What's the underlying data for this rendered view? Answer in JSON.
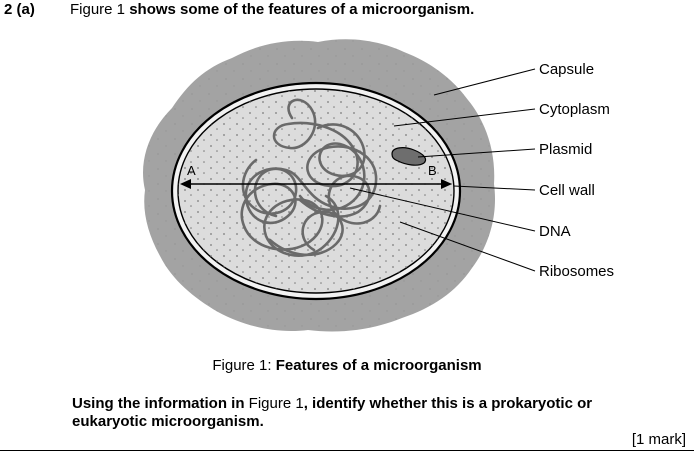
{
  "question": {
    "number": "2 (a)",
    "intro_prefix": "Figure 1",
    "intro_bold": "shows some of the features of a microorganism."
  },
  "figure": {
    "labels": {
      "capsule": "Capsule",
      "cytoplasm": "Cytoplasm",
      "plasmid": "Plasmid",
      "cell_wall": "Cell wall",
      "dna": "DNA",
      "ribosomes": "Ribosomes"
    },
    "point_a": "A",
    "point_b": "B",
    "caption_prefix": "Figure 1:",
    "caption_bold": "Features of a microorganism"
  },
  "instruction": {
    "part1_bold": "Using the information in",
    "part2": "Figure 1",
    "part3_bold": ", identify whether this is a prokaryotic or eukaryotic microorganism."
  },
  "marks": "[1 mark]",
  "colors": {
    "capsule_fill": "#a3a3a3",
    "cytoplasm_fill": "#dcdcdc",
    "plasmid_fill": "#6e6e6e",
    "dna_stroke": "#6a6a6a"
  }
}
